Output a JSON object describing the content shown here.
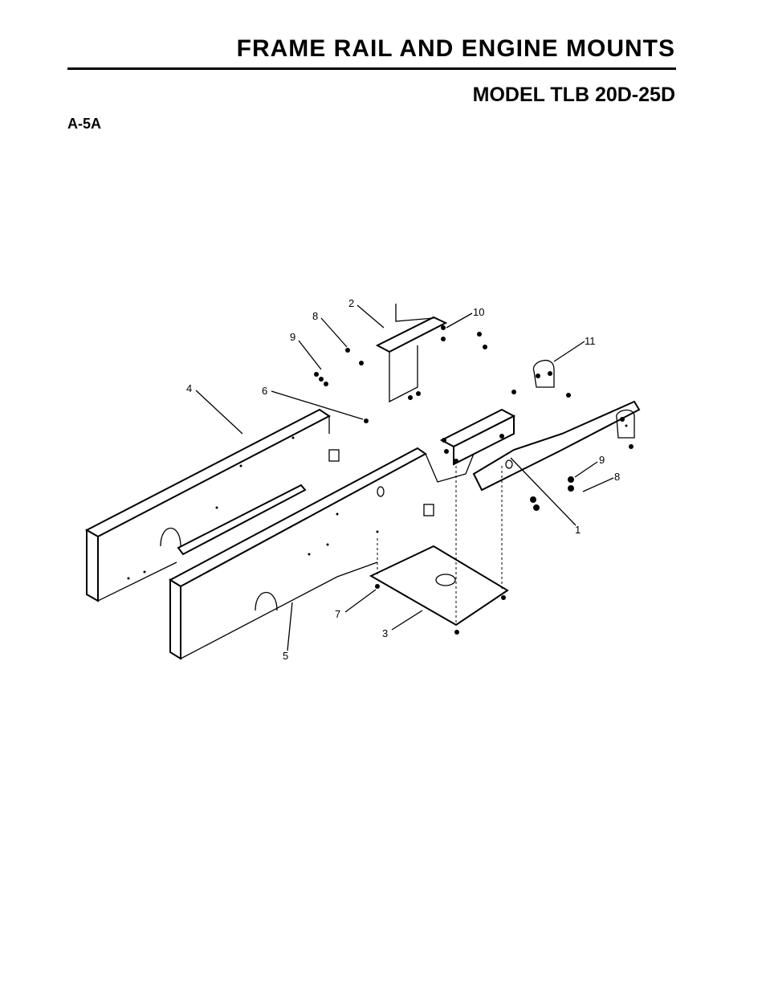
{
  "header": {
    "title": "FRAME RAIL AND ENGINE MOUNTS",
    "model": "MODEL TLB 20D-25D",
    "figure_code": "A-5A"
  },
  "diagram": {
    "callouts": [
      "2",
      "8",
      "9",
      "10",
      "11",
      "4",
      "6",
      "9",
      "8",
      "1",
      "7",
      "3",
      "5"
    ]
  }
}
